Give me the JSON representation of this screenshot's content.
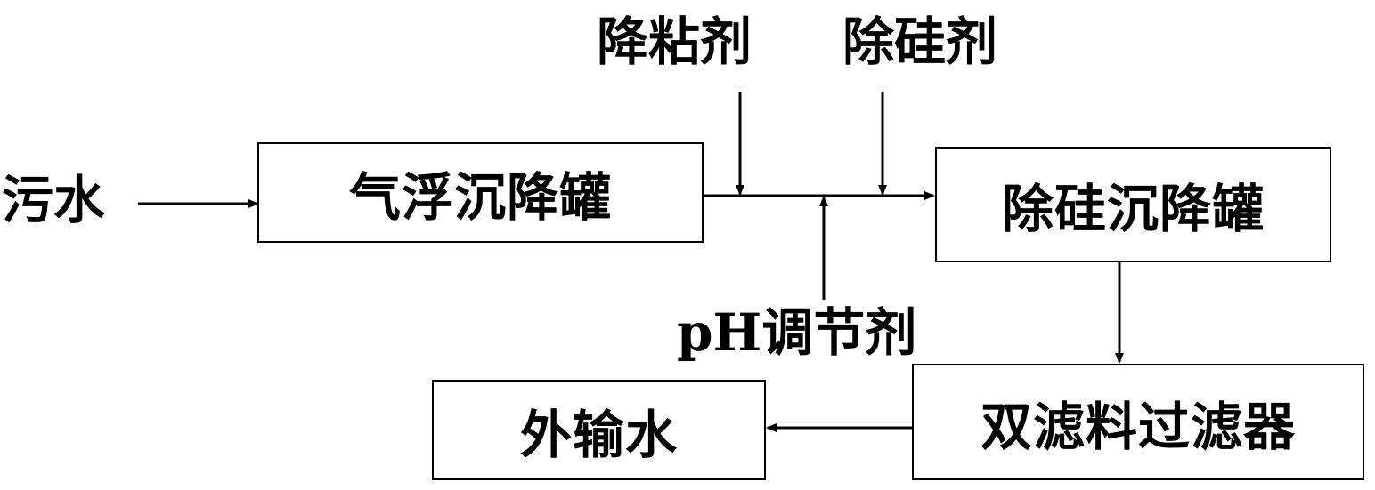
{
  "nodes": {
    "flotation_tank": "气浮沉降罐",
    "desilication_tank": "除硅沉降罐",
    "dual_media_filter": "双滤料过滤器",
    "export_water": "外输水"
  },
  "inputs": {
    "sewage": "污水",
    "viscosity_reducer": "降粘剂",
    "desilication_agent": "除硅剂",
    "ph_prefix": "pH",
    "ph_adjuster": "调节剂"
  },
  "colors": {
    "line": "#000000",
    "box_border": "#000000",
    "background": "#ffffff"
  }
}
